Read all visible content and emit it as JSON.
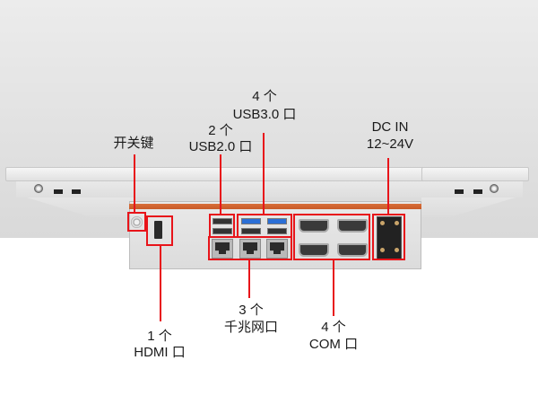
{
  "colors": {
    "highlight": "#e8141a",
    "orange_stripe": "#c85a27",
    "text": "#1a1a1a",
    "background_top": "#e5e5e5"
  },
  "callouts": {
    "power": {
      "label": "开关键",
      "icon": "power-button-icon"
    },
    "usb2": {
      "count": "2 个",
      "label": "USB2.0 口",
      "icon": "usb-port-icon"
    },
    "usb3": {
      "count": "4 个",
      "label": "USB3.0 口",
      "icon": "usb-port-icon"
    },
    "dcin": {
      "line1": "DC IN",
      "line2": "12~24V",
      "icon": "dc-power-connector-icon"
    },
    "hdmi": {
      "count": "1 个",
      "label": "HDMI 口",
      "icon": "hdmi-port-icon"
    },
    "lan": {
      "count": "3 个",
      "label": "千兆网口",
      "icon": "rj45-port-icon"
    },
    "com": {
      "count": "4 个",
      "label": "COM 口",
      "icon": "db9-serial-port-icon"
    }
  }
}
